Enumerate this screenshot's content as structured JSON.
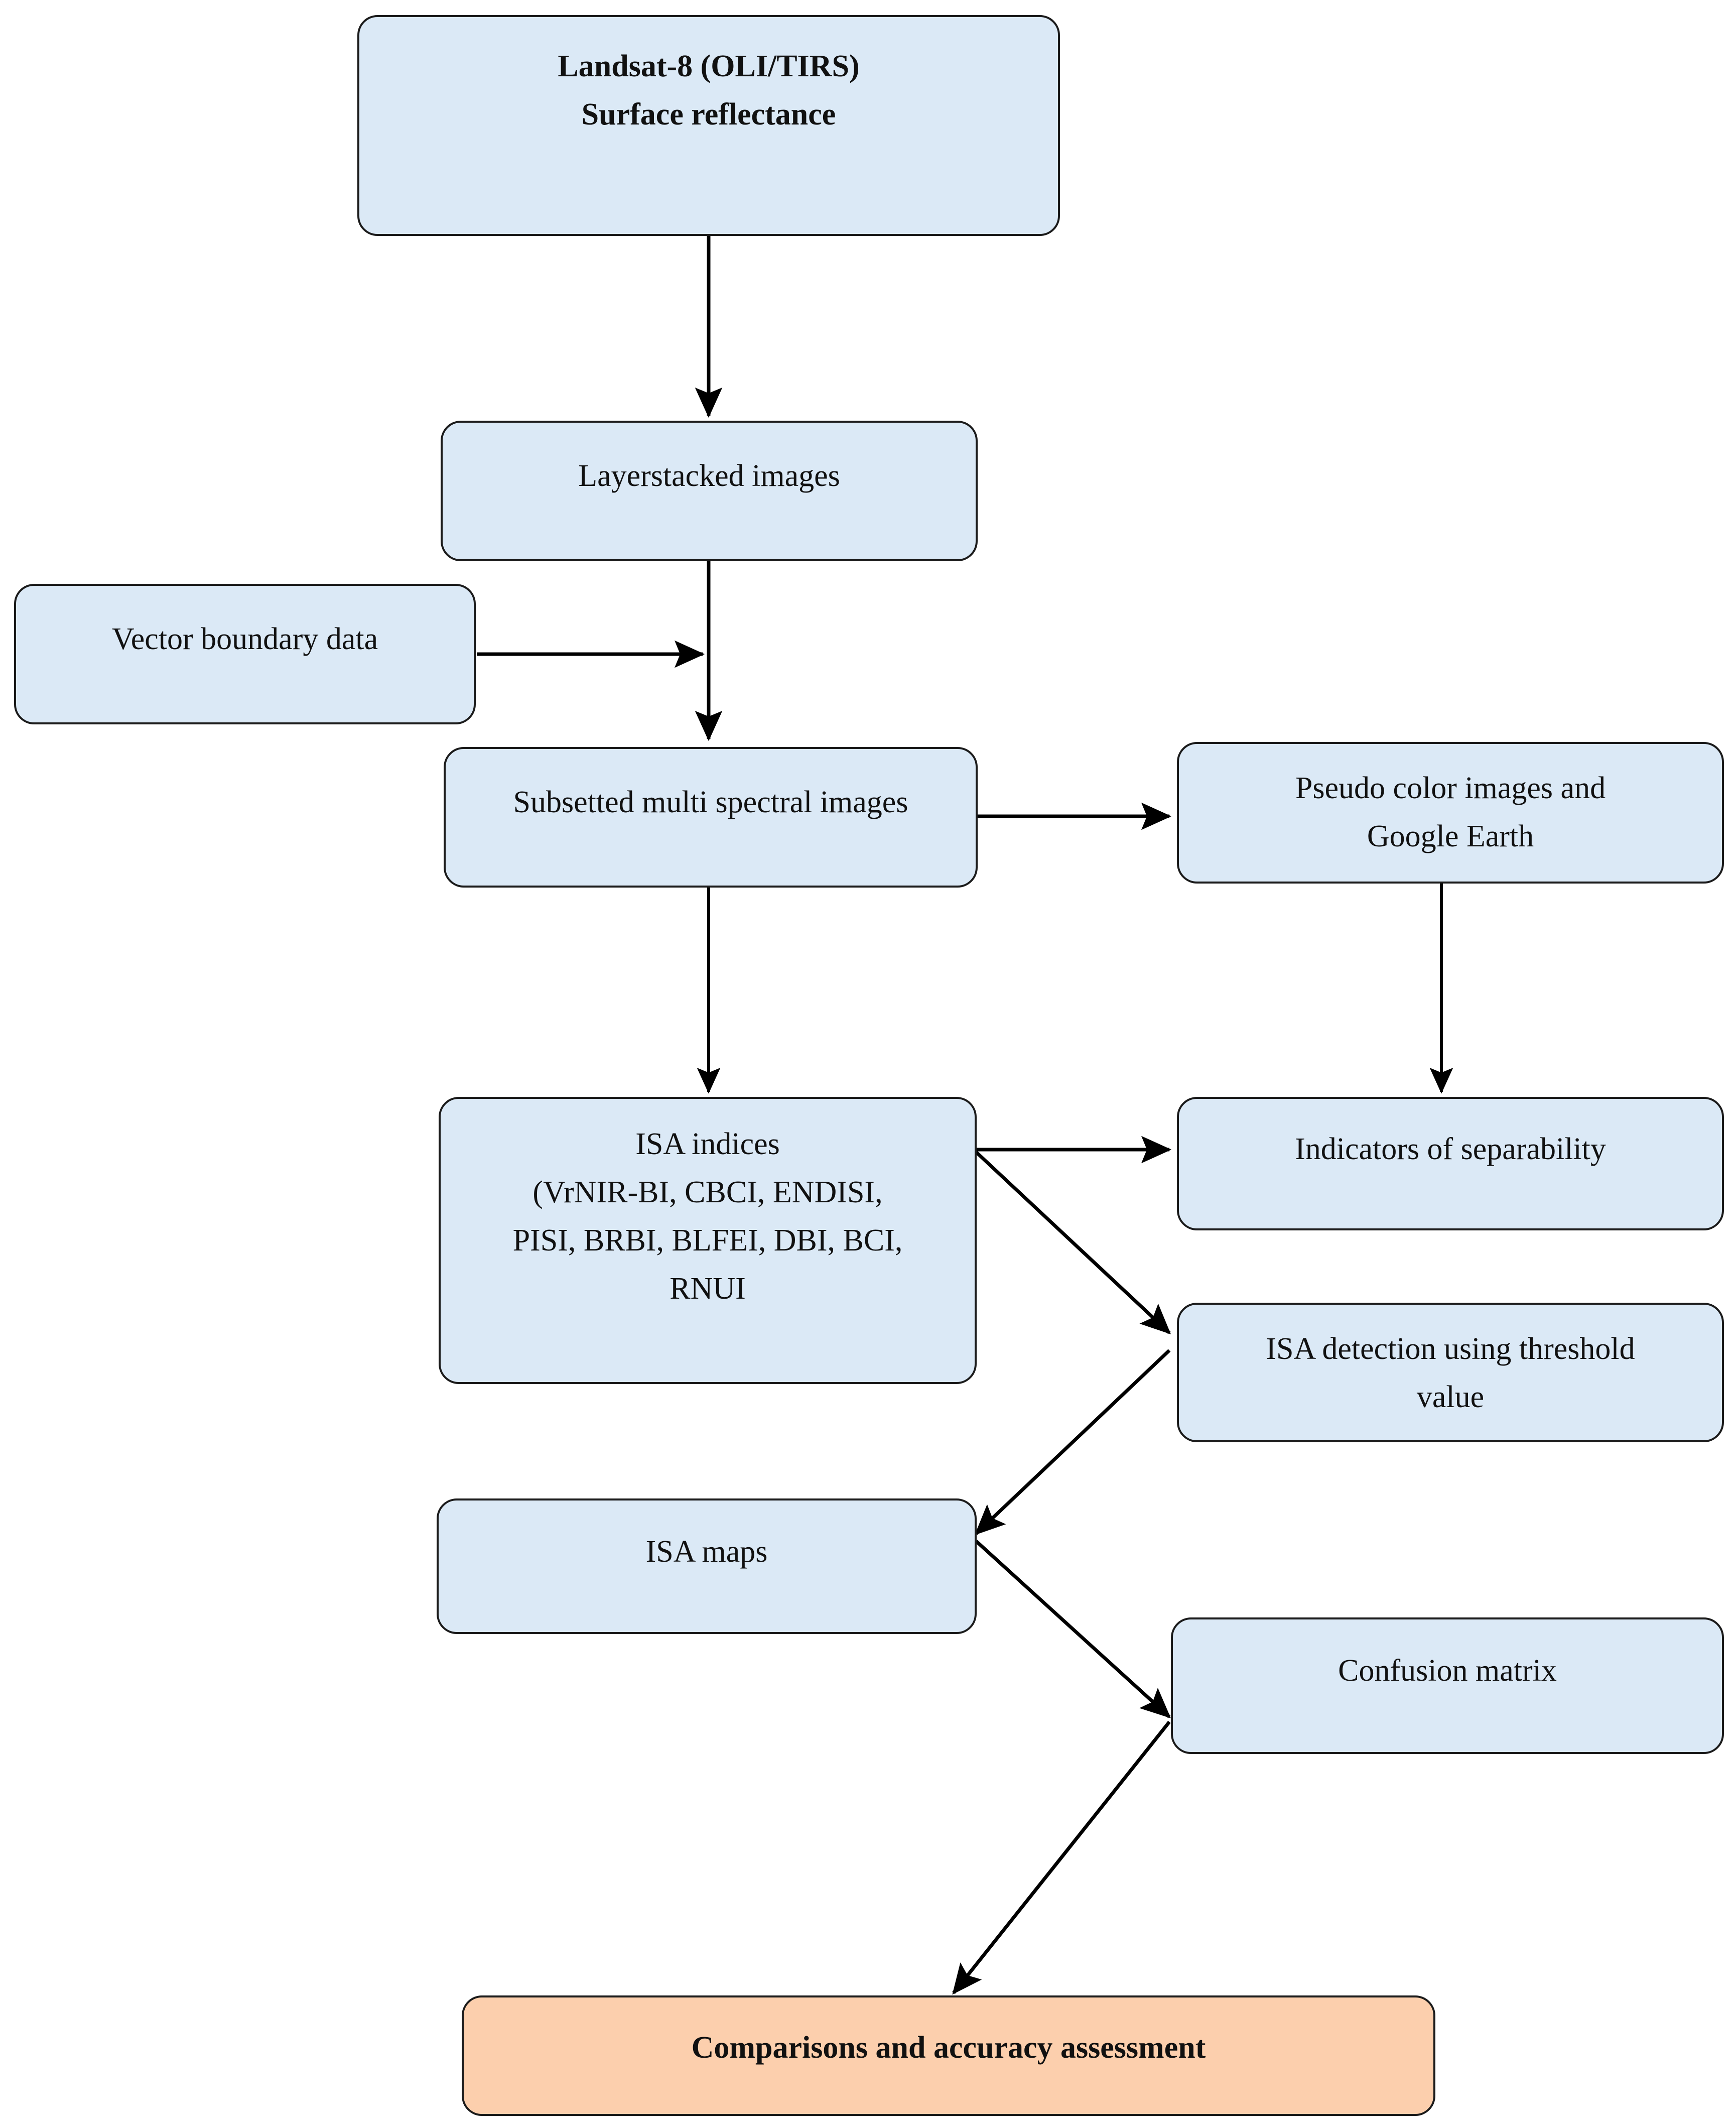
{
  "diagram": {
    "title": "ISA mapping workflow flowchart",
    "colors": {
      "node_fill_blue": "#dbe9f6",
      "node_fill_orange": "#fccfad",
      "node_border": "#1b1b1b",
      "arrow": "#000000",
      "background": "#ffffff"
    },
    "nodes": [
      {
        "id": "landsat",
        "lines": [
          "Landsat-8 (OLI/TIRS)",
          "Surface reflectance"
        ],
        "bold": true,
        "fill": "blue"
      },
      {
        "id": "layerstacked",
        "lines": [
          "Layerstacked images"
        ],
        "bold": false,
        "fill": "blue"
      },
      {
        "id": "vector-boundary",
        "lines": [
          "Vector boundary data"
        ],
        "bold": false,
        "fill": "blue"
      },
      {
        "id": "subsetted",
        "lines": [
          "Subsetted multi spectral images"
        ],
        "bold": false,
        "fill": "blue"
      },
      {
        "id": "pseudo-color",
        "lines": [
          "Pseudo color images and",
          "Google Earth"
        ],
        "bold": false,
        "fill": "blue"
      },
      {
        "id": "isa-indices",
        "lines": [
          "ISA indices",
          "(VrNIR-BI, CBCI, ENDISI,",
          "PISI, BRBI, BLFEI, DBI, BCI,",
          "RNUI"
        ],
        "bold": false,
        "fill": "blue"
      },
      {
        "id": "indicators",
        "lines": [
          "Indicators of separability"
        ],
        "bold": false,
        "fill": "blue"
      },
      {
        "id": "isa-detection",
        "lines": [
          "ISA detection using threshold",
          "value"
        ],
        "bold": false,
        "fill": "blue"
      },
      {
        "id": "isa-maps",
        "lines": [
          "ISA maps"
        ],
        "bold": false,
        "fill": "blue"
      },
      {
        "id": "confusion-matrix",
        "lines": [
          "Confusion matrix"
        ],
        "bold": false,
        "fill": "blue"
      },
      {
        "id": "comparisons",
        "lines": [
          "Comparisons and accuracy assessment"
        ],
        "bold": true,
        "fill": "orange"
      }
    ],
    "edges": [
      {
        "from": "landsat",
        "to": "layerstacked"
      },
      {
        "from": "layerstacked",
        "to": "subsetted"
      },
      {
        "from": "vector-boundary",
        "to": "layerstacked-to-subsetted-link"
      },
      {
        "from": "subsetted",
        "to": "pseudo-color"
      },
      {
        "from": "subsetted",
        "to": "isa-indices"
      },
      {
        "from": "pseudo-color",
        "to": "indicators"
      },
      {
        "from": "isa-indices",
        "to": "indicators"
      },
      {
        "from": "isa-indices",
        "to": "isa-detection"
      },
      {
        "from": "isa-detection",
        "to": "isa-maps"
      },
      {
        "from": "isa-maps",
        "to": "confusion-matrix"
      },
      {
        "from": "confusion-matrix",
        "to": "comparisons"
      }
    ]
  }
}
